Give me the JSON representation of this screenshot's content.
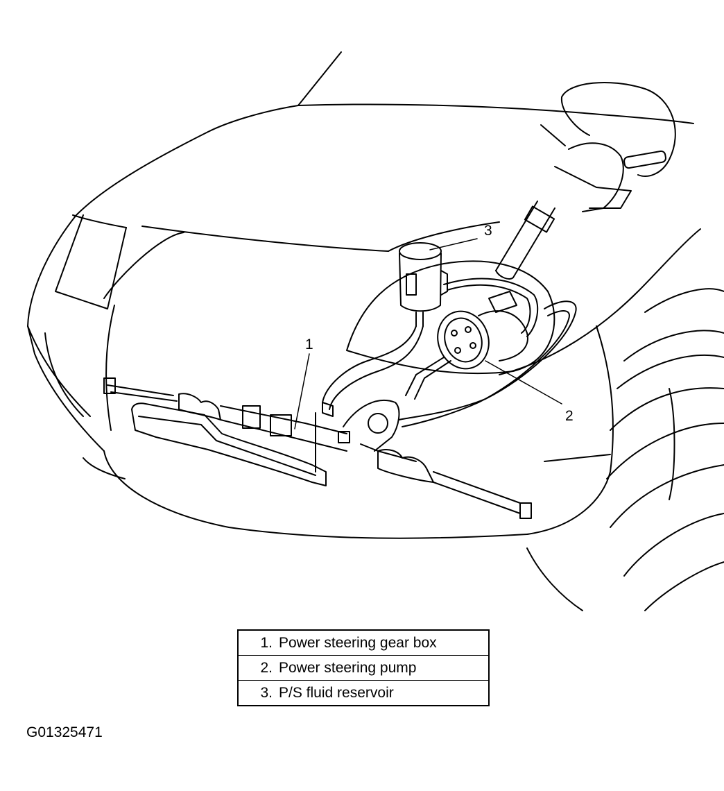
{
  "callouts": [
    "1",
    "2",
    "3"
  ],
  "legend": [
    {
      "number": "1.",
      "label": "Power steering gear box"
    },
    {
      "number": "2.",
      "label": "Power steering pump"
    },
    {
      "number": "3.",
      "label": "P/S fluid reservoir"
    }
  ],
  "figure_id": "G01325471"
}
